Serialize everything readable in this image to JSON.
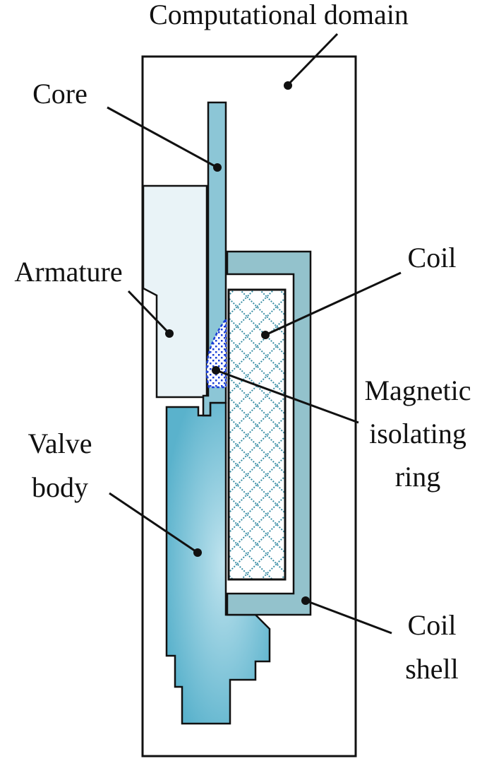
{
  "labels": {
    "domain": "Computational domain",
    "core": "Core",
    "armature": "Armature",
    "coil": "Coil",
    "magnetic_line1": "Magnetic",
    "magnetic_line2": "isolating",
    "magnetic_line3": "ring",
    "valve_line1": "Valve",
    "valve_line2": "body",
    "shell_line1": "Coil",
    "shell_line2": "shell"
  },
  "colors": {
    "outline": "#111111",
    "core_fill": "#8cc6d6",
    "armature_fill": "#e9f3f7",
    "shell_fill": "#93c2cc",
    "valve_fill": "#5ab2cc",
    "valve_highlight": "#bfe3ee",
    "coil_mesh": "#3a8fa6",
    "ring_dots": "#1a3fd6"
  }
}
